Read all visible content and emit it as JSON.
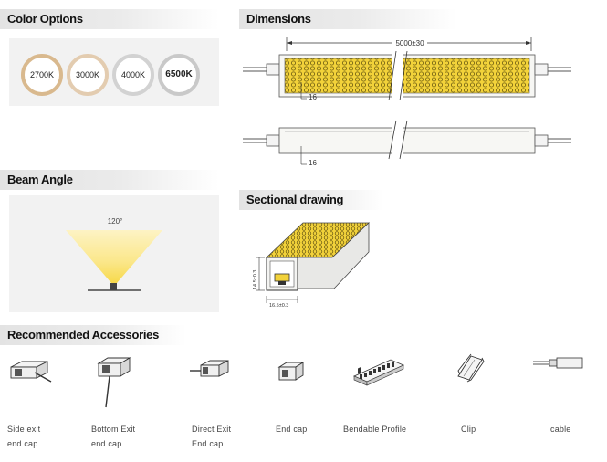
{
  "color_options": {
    "title": "Color Options",
    "items": [
      {
        "label": "2700K",
        "ring": "#d9b98e"
      },
      {
        "label": "3000K",
        "ring": "#e3ccb0"
      },
      {
        "label": "4000K",
        "ring": "#d2d2d2"
      },
      {
        "label": "6500K",
        "ring": "#c9c9c9"
      }
    ]
  },
  "dimensions": {
    "title": "Dimensions",
    "length_label": "5000±30",
    "width_label_1": "16",
    "width_label_2": "16"
  },
  "beam_angle": {
    "title": "Beam Angle",
    "angle_label": "120°"
  },
  "sectional": {
    "title": "Sectional drawing",
    "height_label": "14.5±0.3",
    "width_label": "16.5±0.3"
  },
  "accessories": {
    "title": "Recommended Accessories",
    "items": [
      {
        "line1": "Side exit",
        "line2": "end cap"
      },
      {
        "line1": "Bottom Exit",
        "line2": "end cap"
      },
      {
        "line1": "Direct Exit",
        "line2": "End cap"
      },
      {
        "line1": "End cap",
        "line2": ""
      },
      {
        "line1": "Bendable Profile",
        "line2": ""
      },
      {
        "line1": "Clip",
        "line2": ""
      },
      {
        "line1": "cable",
        "line2": ""
      }
    ]
  },
  "colors": {
    "led_yellow": "#f2d23a",
    "beam_yellow": "#fbe98a",
    "panel_bg": "#f2f2f2"
  }
}
